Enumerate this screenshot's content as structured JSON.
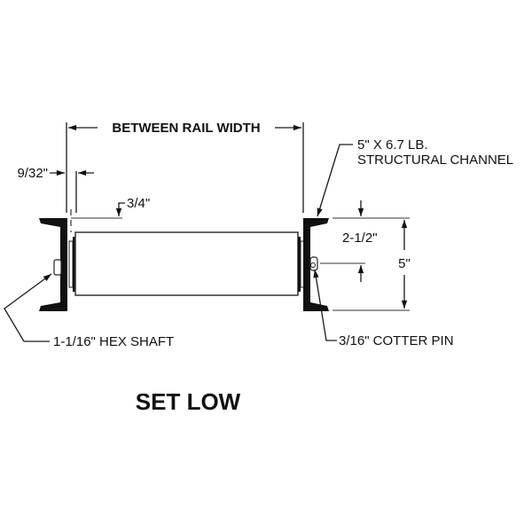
{
  "diagram": {
    "title": "SET LOW",
    "labels": {
      "between_rail_width": "BETWEEN RAIL WIDTH",
      "offset_932": "9/32\"",
      "drop_34": "3/4\"",
      "channel_line1": "5\" X 6.7 LB.",
      "channel_line2": "STRUCTURAL CHANNEL",
      "half_height": "2-1/2\"",
      "channel_height": "5\"",
      "hex_shaft": "1-1/16\" HEX SHAFT",
      "cotter_pin": "3/16\" COTTER PIN"
    },
    "components": [
      {
        "name": "left-structural-channel",
        "kind": "rail"
      },
      {
        "name": "right-structural-channel",
        "kind": "rail"
      },
      {
        "name": "roller-tube",
        "kind": "roller"
      },
      {
        "name": "hex-shaft",
        "kind": "shaft"
      },
      {
        "name": "cotter-pin",
        "kind": "pin"
      }
    ],
    "colors": {
      "ink": "#111111",
      "background": "#ffffff"
    }
  }
}
